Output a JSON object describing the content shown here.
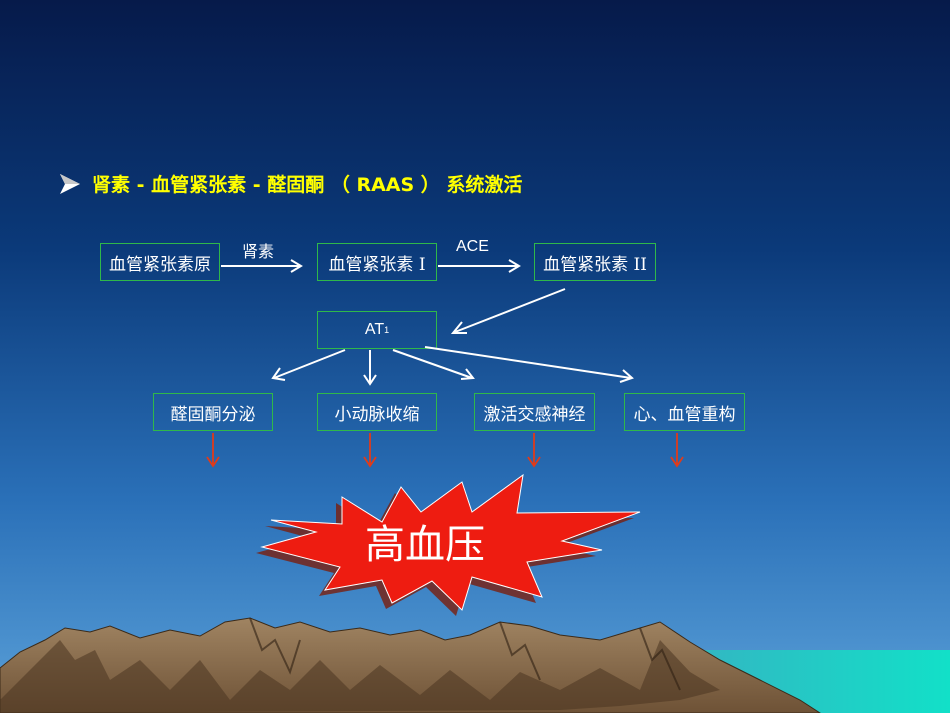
{
  "heading": {
    "text": "肾素 - 血管紧张素 - 醛固酮 （ RAAS ） 系统激活"
  },
  "flow": {
    "box1": "血管紧张素原",
    "box2": "血管紧张素 I",
    "box3": "血管紧张素 II",
    "arrow1_label": "肾素",
    "arrow2_label": "ACE",
    "at1_main": "AT",
    "at1_sub": "1"
  },
  "effects": [
    "醛固酮分泌",
    "小动脉收缩",
    "激活交感神经",
    "心、血管重构"
  ],
  "result": {
    "text": "高血压"
  },
  "colors": {
    "heading": "#ffff00",
    "box_border": "#2fb84a",
    "arrow": "#ffffff",
    "down_arrow": "#e03b1a",
    "burst_fill": "#ee1c11"
  }
}
